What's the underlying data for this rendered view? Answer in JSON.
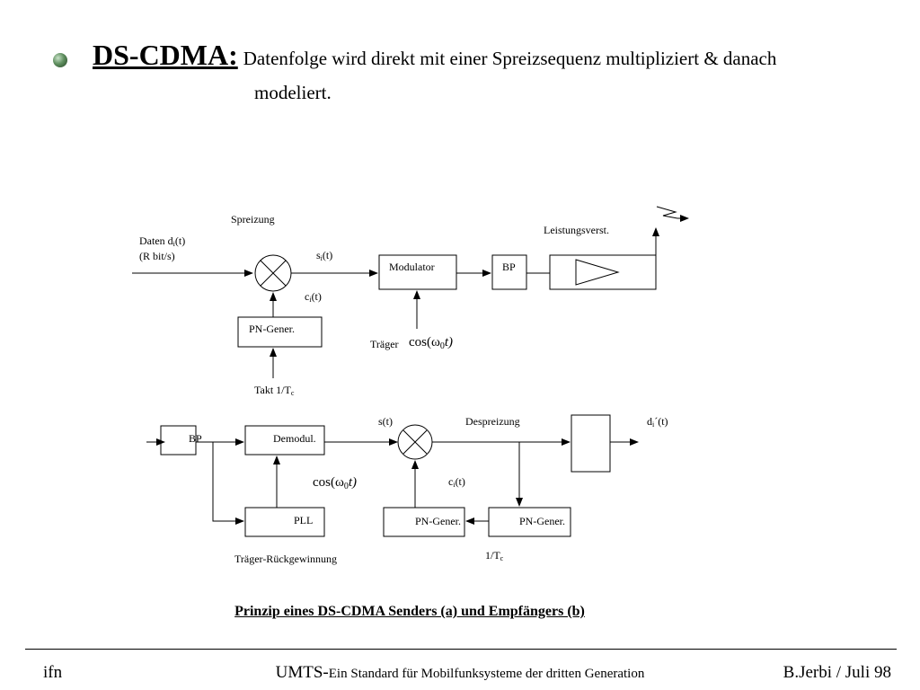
{
  "heading": {
    "term": "DS-CDMA:",
    "text_line1": "Datenfolge wird direkt mit einer Spreizsequenz multipliziert & danach",
    "text_line2": "modeliert."
  },
  "diagram": {
    "sender": {
      "label_spreizung": "Spreizung",
      "input_label_1": "Daten d",
      "input_sub": "i",
      "input_suffix": "(t)",
      "input_label_2": "(R bit/s)",
      "signal_s_main": "s",
      "signal_s_sub": "i",
      "signal_s_suffix": "(t)",
      "signal_c_main": "c",
      "signal_c_sub": "i",
      "signal_c_suffix": "(t)",
      "pn_gen": "PN-Gener.",
      "clock_main": "Takt 1/T",
      "clock_sub": "c",
      "modulator": "Modulator",
      "bp": "BP",
      "amplifier_label": "Leistungsverst.",
      "carrier_label": "Träger",
      "carrier_formula": "cos(ω",
      "carrier_formula_sub": "0",
      "carrier_formula_end": "t)"
    },
    "receiver": {
      "bp": "BP",
      "demodulator": "Demodul.",
      "pll": "PLL",
      "carrier_recovery": "Träger-Rückgewinnung",
      "carrier_formula": "cos(ω",
      "carrier_formula_sub": "0",
      "carrier_formula_end": "t)",
      "signal_s": "s(t)",
      "label_despreizung": "Despreizung",
      "signal_c_main": "c",
      "signal_c_sub": "i",
      "signal_c_suffix": "(t)",
      "pn_gen_1": "PN-Gener.",
      "pn_gen_2": "PN-Gener.",
      "clock_main": "1/T",
      "clock_sub": "c",
      "output_main": "d",
      "output_sub": "i",
      "output_suffix": "´(t)"
    }
  },
  "caption": "Prinzip eines DS-CDMA Senders (a) und Empfängers (b)",
  "footer": {
    "left": "ifn",
    "center_main": "UMTS-",
    "center_small": "Ein Standard für Mobilfunksysteme der dritten Generation",
    "right": "B.Jerbi / Juli 98"
  }
}
